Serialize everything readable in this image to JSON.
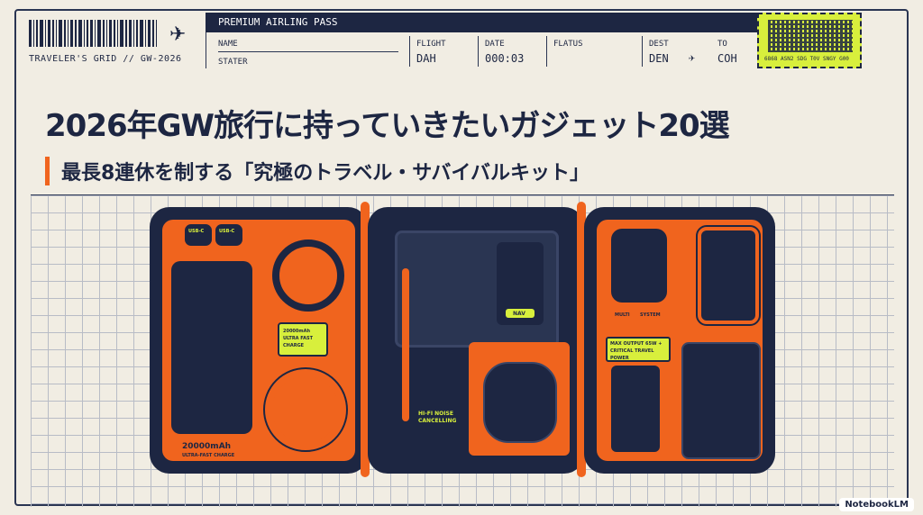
{
  "ticket": {
    "grid_label": "TRAVELER'S GRID // GW-2026",
    "header": "PREMIUM AIRLING PASS",
    "name_label": "NAME",
    "name_value": "STATER",
    "flight_label": "FLIGHT",
    "flight_value": "DAH",
    "date_label": "DATE",
    "date_value": "000:03",
    "status_label": "FLATUS",
    "dest_label": "DEST",
    "dest_value": "DEN",
    "to_label": "TO",
    "to_value": "COH",
    "barcode_text": "6868 ASN2 SDG T0V SNGY G00"
  },
  "title": "2026年GW旅行に持っていきたいガジェット20選",
  "subtitle": "最長8連休を制する「究極のトラベル・サバイバルキット」",
  "illustration": {
    "port_usbc_1": "USB-C",
    "port_usbc_2": "USB-C",
    "battery_label": "20000mAh",
    "battery_sub": "ULTRA-FAST CHARGE",
    "cable_tag": "20000mAh ULTRA FAST CHARGE",
    "tablet_button": "NAV",
    "earbuds_label": "HI-FI NOISE CANCELLING",
    "adapter_labels": [
      "MULTI",
      "SYSTEM"
    ],
    "charger_label": "MAX OUTPUT 65W + CRITICAL TRAVEL POWER"
  },
  "footer": {
    "badge": "NotebookLM"
  },
  "colors": {
    "navy": "#1d2642",
    "orange": "#f0641e",
    "lime": "#d8ef3c",
    "paper": "#f1ede3"
  }
}
